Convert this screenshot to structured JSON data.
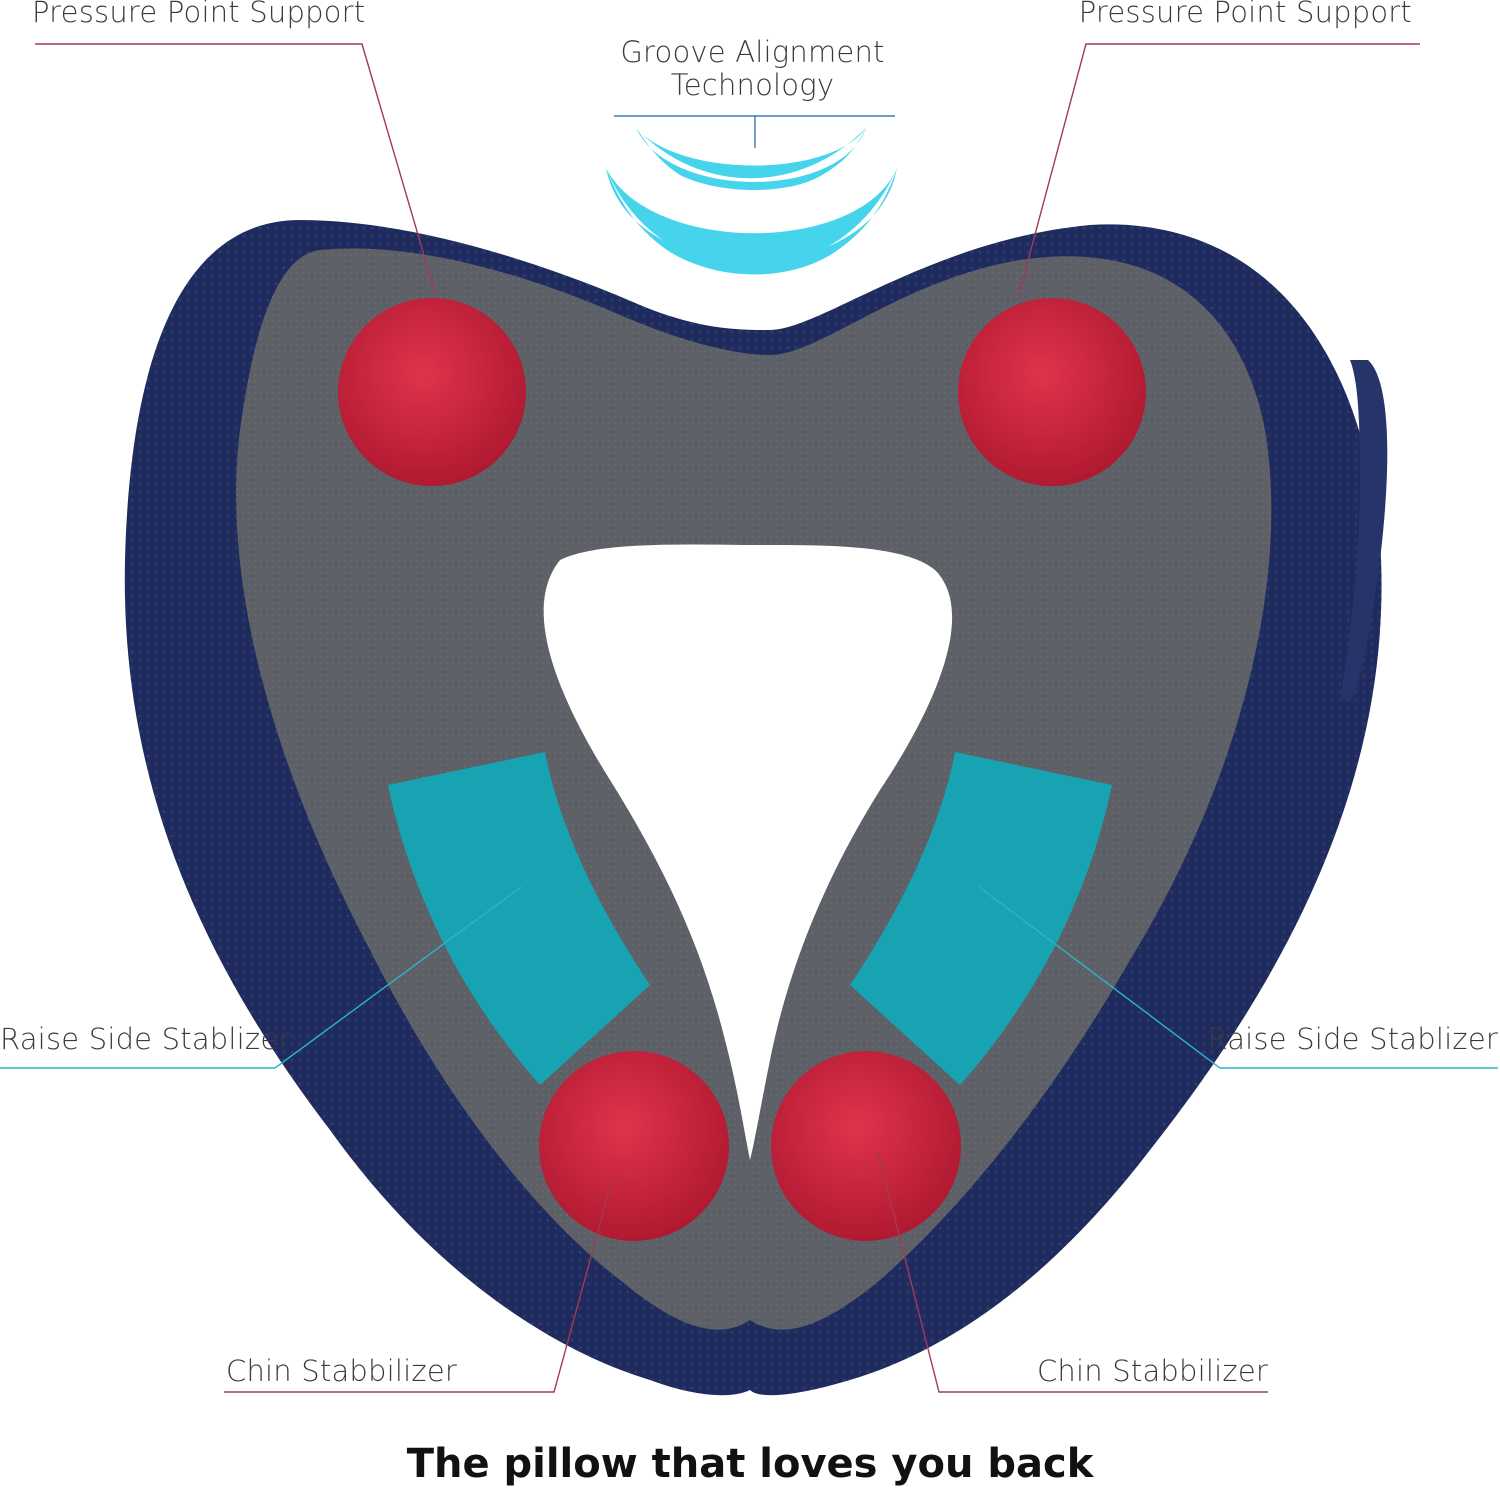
{
  "labels": {
    "pressure_point_left": "Pressure Point Support",
    "pressure_point_right": "Pressure Point Support",
    "groove": "Groove Alignment Technology",
    "raise_side_left": "Raise Side Stablizer",
    "raise_side_right": "Raise Side Stablizer",
    "chin_left": "Chin Stabbilizer",
    "chin_right": "Chin Stabbilizer"
  },
  "caption": "The pillow that loves you back",
  "colors": {
    "pillow_outer": "#1f2b5c",
    "pillow_inner": "#5d6066",
    "pressure_point": "#c8203a",
    "stabilizer": "#12a9b8",
    "groove_arc": "#46d3ec",
    "leader_red": "#a23a55",
    "leader_teal": "#2bb5c5",
    "leader_blue": "#3b7ab0"
  },
  "icons": {
    "groove": "curved-arcs-icon"
  }
}
